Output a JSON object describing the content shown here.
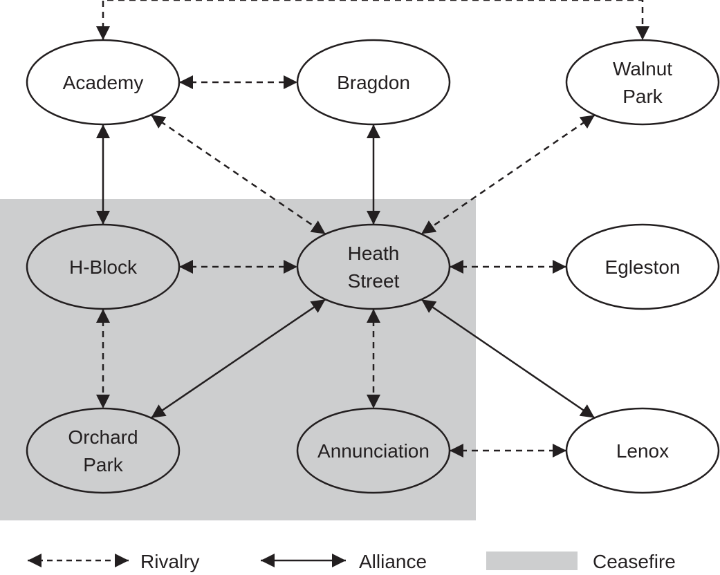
{
  "colors": {
    "ceasefire": "#cdcecf",
    "stroke": "#231f20",
    "node_fill": "#ffffff"
  },
  "nodes": [
    {
      "id": "academy",
      "lines": [
        "Academy"
      ],
      "ceasefire": false
    },
    {
      "id": "bragdon",
      "lines": [
        "Bragdon"
      ],
      "ceasefire": false
    },
    {
      "id": "walnut-park",
      "lines": [
        "Walnut",
        "Park"
      ],
      "ceasefire": false
    },
    {
      "id": "h-block",
      "lines": [
        "H-Block"
      ],
      "ceasefire": true
    },
    {
      "id": "heath-street",
      "lines": [
        "Heath",
        "Street"
      ],
      "ceasefire": true
    },
    {
      "id": "egleston",
      "lines": [
        "Egleston"
      ],
      "ceasefire": false
    },
    {
      "id": "orchard-park",
      "lines": [
        "Orchard",
        "Park"
      ],
      "ceasefire": true
    },
    {
      "id": "annunciation",
      "lines": [
        "Annunciation"
      ],
      "ceasefire": true
    },
    {
      "id": "lenox",
      "lines": [
        "Lenox"
      ],
      "ceasefire": false
    }
  ],
  "edges": [
    {
      "from": "academy",
      "to": "walnut-park",
      "type": "rivalry"
    },
    {
      "from": "academy",
      "to": "bragdon",
      "type": "rivalry"
    },
    {
      "from": "academy",
      "to": "h-block",
      "type": "alliance"
    },
    {
      "from": "academy",
      "to": "heath-street",
      "type": "rivalry"
    },
    {
      "from": "bragdon",
      "to": "heath-street",
      "type": "alliance"
    },
    {
      "from": "walnut-park",
      "to": "heath-street",
      "type": "rivalry"
    },
    {
      "from": "h-block",
      "to": "heath-street",
      "type": "rivalry"
    },
    {
      "from": "heath-street",
      "to": "egleston",
      "type": "rivalry"
    },
    {
      "from": "h-block",
      "to": "orchard-park",
      "type": "rivalry"
    },
    {
      "from": "orchard-park",
      "to": "heath-street",
      "type": "alliance"
    },
    {
      "from": "heath-street",
      "to": "annunciation",
      "type": "rivalry"
    },
    {
      "from": "heath-street",
      "to": "lenox",
      "type": "alliance"
    },
    {
      "from": "annunciation",
      "to": "lenox",
      "type": "rivalry"
    }
  ],
  "legend": {
    "rivalry": "Rivalry",
    "alliance": "Alliance",
    "ceasefire": "Ceasefire"
  }
}
